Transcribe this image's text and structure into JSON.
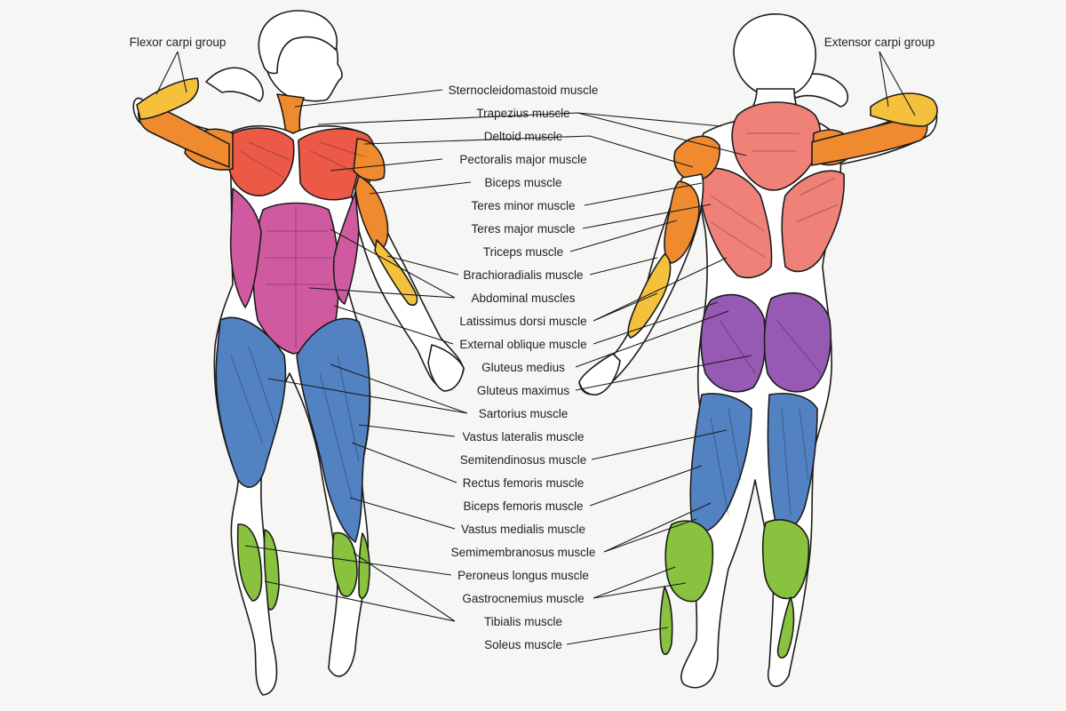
{
  "figure": {
    "labels_center": [
      "Sternocleidomastoid muscle",
      "Trapezius muscle",
      "Deltoid muscle",
      "Pectoralis major muscle",
      "Biceps muscle",
      "Teres minor muscle",
      "Teres major muscle",
      "Triceps muscle",
      "Brachioradialis muscle",
      "Abdominal muscles",
      "Latissimus dorsi muscle",
      "External oblique muscle",
      "Gluteus medius",
      "Gluteus maximus",
      "Sartorius muscle",
      "Vastus lateralis muscle",
      "Semitendinosus muscle",
      "Rectus femoris muscle",
      "Biceps femoris muscle",
      "Vastus medialis muscle",
      "Semimembranosus muscle",
      "Peroneus longus muscle",
      "Gastrocnemius muscle",
      "Tibialis muscle",
      "Soleus muscle"
    ],
    "label_flexor": "Flexor carpi group",
    "label_extensor": "Extensor carpi group"
  },
  "colors": {
    "background": "#f6f6f4",
    "red": "#ec5a47",
    "pink": "#ef8178",
    "orange": "#f08a2e",
    "yellow": "#f5c13c",
    "magenta": "#cf5aa0",
    "purple": "#9659b4",
    "blue": "#5282c2",
    "green": "#88c23e",
    "skin": "#ffffff",
    "outline": "#1c1c1c"
  }
}
